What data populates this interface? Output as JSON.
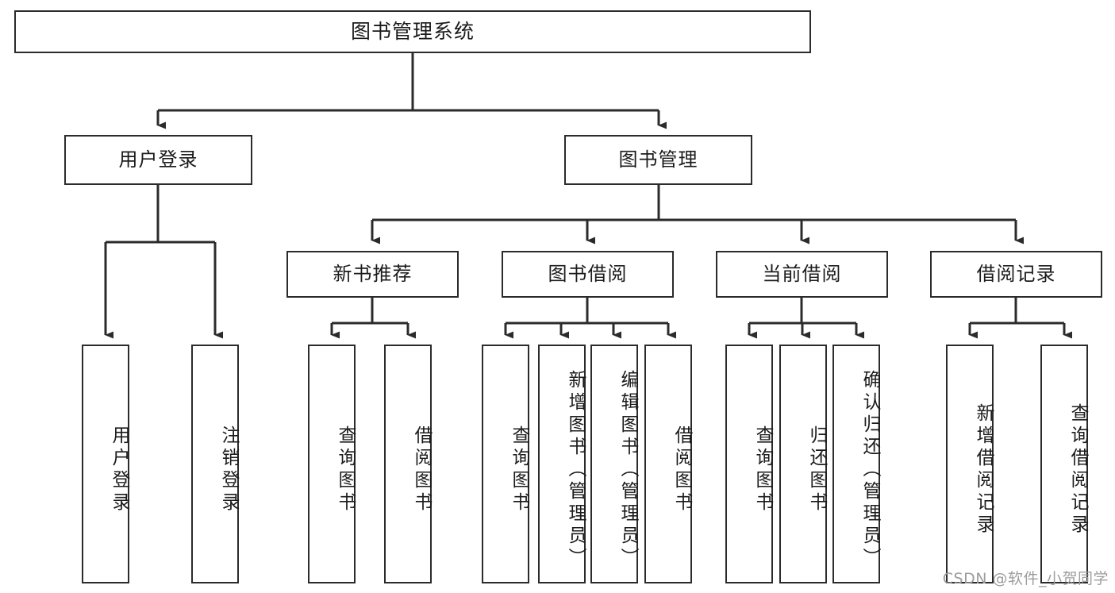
{
  "diagram": {
    "title": "图书管理系统",
    "type": "tree-hierarchy",
    "root": {
      "label": "图书管理系统"
    },
    "level1": [
      {
        "label": "用户登录"
      },
      {
        "label": "图书管理"
      }
    ],
    "level2": [
      {
        "label": "新书推荐"
      },
      {
        "label": "图书借阅"
      },
      {
        "label": "当前借阅"
      },
      {
        "label": "借阅记录"
      }
    ],
    "leaves": {
      "user_login": [
        {
          "label": "用户登录"
        },
        {
          "label": "注销登录"
        }
      ],
      "new_book_recommend": [
        {
          "label": "查询图书"
        },
        {
          "label": "借阅图书"
        }
      ],
      "book_borrow": [
        {
          "label": "查询图书"
        },
        {
          "label": "新增图书（管理员）"
        },
        {
          "label": "编辑图书（管理员）"
        },
        {
          "label": "借阅图书"
        }
      ],
      "current_borrow": [
        {
          "label": "查询图书"
        },
        {
          "label": "归还图书"
        },
        {
          "label": "确认归还（管理员）"
        }
      ],
      "borrow_record": [
        {
          "label": "新增借阅记录"
        },
        {
          "label": "查询借阅记录"
        }
      ]
    }
  },
  "watermark": {
    "text": "CSDN @软件_小贺同学"
  },
  "colors": {
    "background": "#ffffff",
    "stroke": "#2b2b2b",
    "text": "#1b1b1b",
    "watermark": "#9d9d9d"
  }
}
